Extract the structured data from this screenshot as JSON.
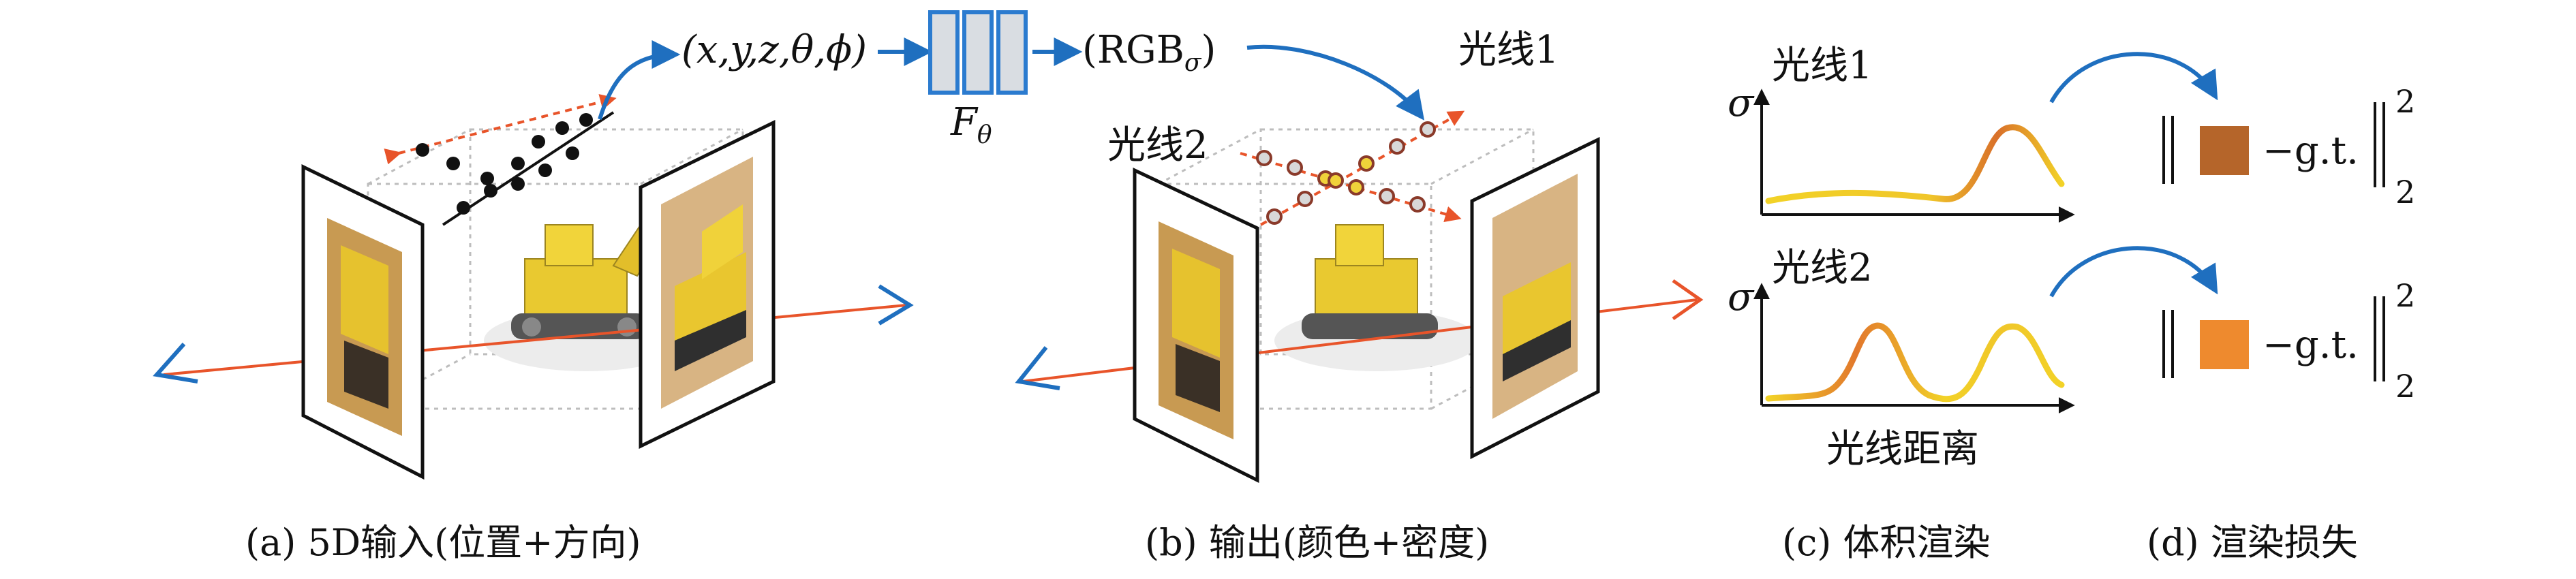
{
  "labels": {
    "input_coords": "(x,y,z,θ,ϕ)",
    "network": "F",
    "network_sub": "θ",
    "output": "(RGB",
    "output_sub": "σ",
    "output_close": ")",
    "ray1_b": "光线1",
    "ray2_b": "光线2",
    "ray1_c": "光线1",
    "ray2_c": "光线2",
    "sigma": "σ",
    "ray_distance": "光线距离",
    "gt": "−g.t.",
    "norm_sup": "2",
    "norm_sub": "2"
  },
  "captions": {
    "a": "(a) 5D输入(位置+方向)",
    "b": "(b) 输出(颜色+密度)",
    "c": "(c) 体积渲染",
    "d": "(d) 渲染损失"
  },
  "colors": {
    "ray": "#e8542a",
    "arrow_blue": "#1f6fbf",
    "box": "#bdbdbd",
    "network": "#2b7bcf",
    "swatch_1": "#b5652a",
    "swatch_2": "#ee8a2e",
    "curve_yellow": "#f2d227",
    "curve_orange": "#e2782c"
  }
}
